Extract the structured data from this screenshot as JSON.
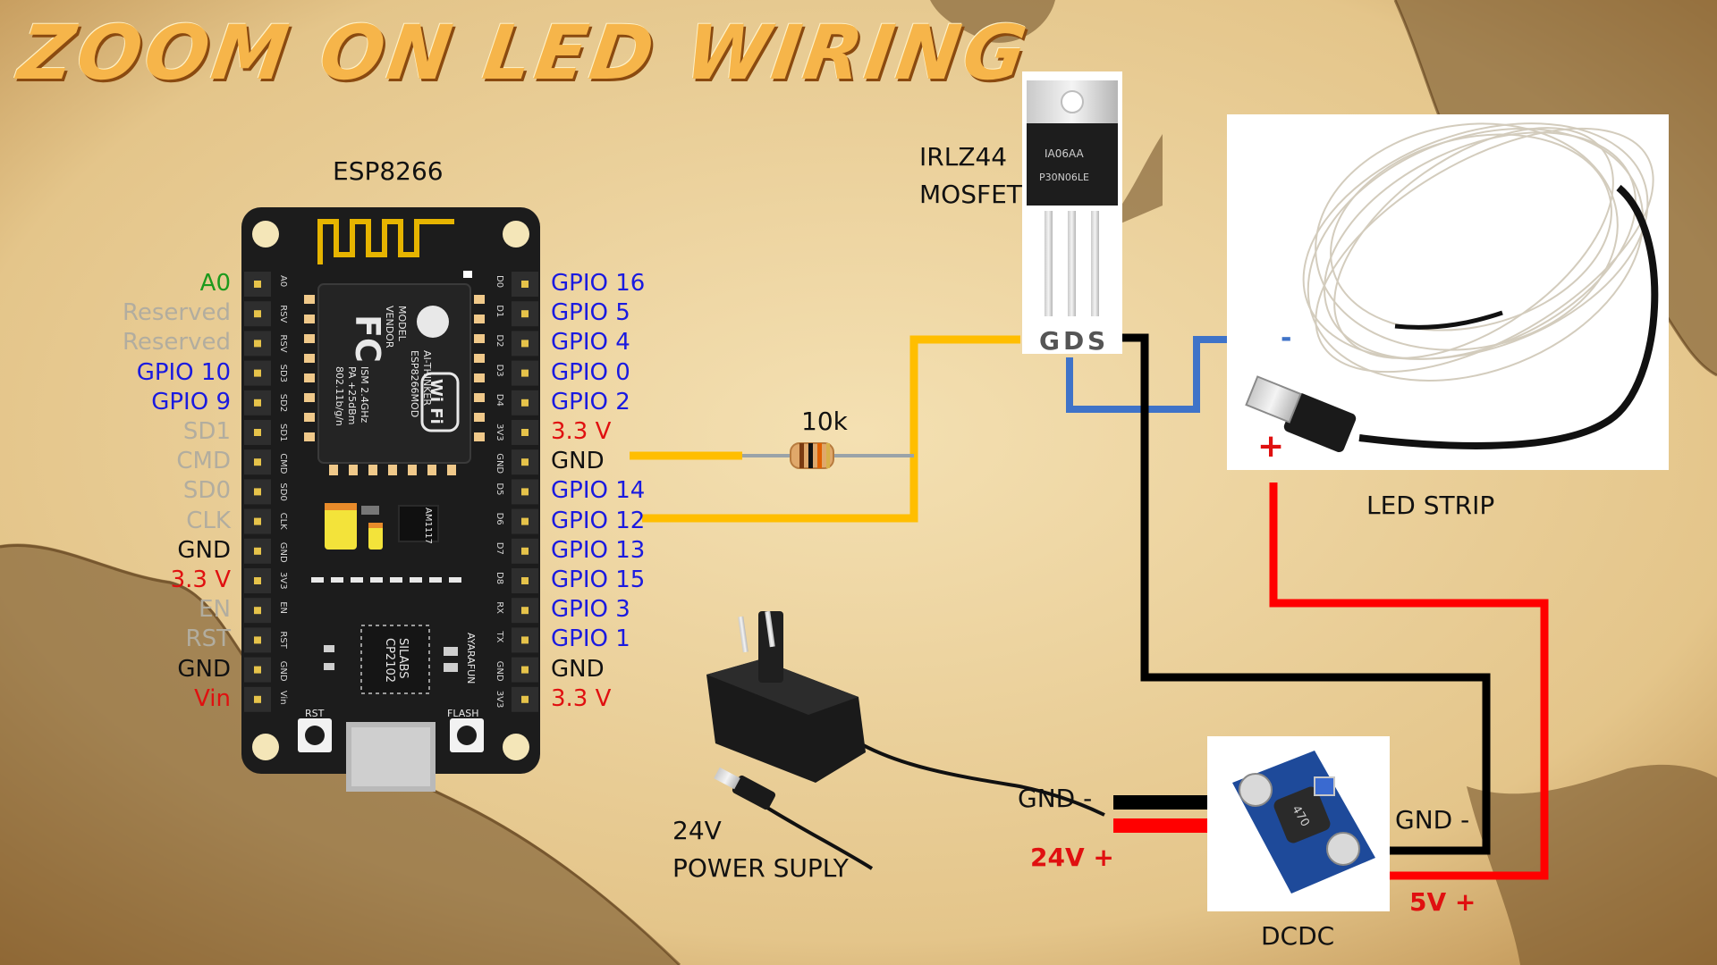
{
  "title": "ZOOM ON LED WIRING",
  "esp": {
    "name": "ESP8266",
    "left_pins": [
      {
        "label": "A0",
        "color": "green"
      },
      {
        "label": "Reserved",
        "color": "gray"
      },
      {
        "label": "Reserved",
        "color": "gray"
      },
      {
        "label": "GPIO 10",
        "color": "blue"
      },
      {
        "label": "GPIO 9",
        "color": "blue"
      },
      {
        "label": "SD1",
        "color": "gray"
      },
      {
        "label": "CMD",
        "color": "gray"
      },
      {
        "label": "SD0",
        "color": "gray"
      },
      {
        "label": "CLK",
        "color": "gray"
      },
      {
        "label": "GND",
        "color": "blk"
      },
      {
        "label": "3.3 V",
        "color": "red"
      },
      {
        "label": "EN",
        "color": "gray"
      },
      {
        "label": "RST",
        "color": "gray"
      },
      {
        "label": "GND",
        "color": "blk"
      },
      {
        "label": "Vin",
        "color": "red"
      }
    ],
    "right_pins": [
      {
        "label": "GPIO 16",
        "color": "blue"
      },
      {
        "label": "GPIO 5",
        "color": "blue"
      },
      {
        "label": "GPIO 4",
        "color": "blue"
      },
      {
        "label": "GPIO 0",
        "color": "blue"
      },
      {
        "label": "GPIO 2",
        "color": "blue"
      },
      {
        "label": "3.3 V",
        "color": "red"
      },
      {
        "label": "GND",
        "color": "blk"
      },
      {
        "label": "GPIO 14",
        "color": "blue"
      },
      {
        "label": "GPIO 12",
        "color": "blue"
      },
      {
        "label": "GPIO 13",
        "color": "blue"
      },
      {
        "label": "GPIO 15",
        "color": "blue"
      },
      {
        "label": "GPIO 3",
        "color": "blue"
      },
      {
        "label": "GPIO 1",
        "color": "blue"
      },
      {
        "label": "GND",
        "color": "blk"
      },
      {
        "label": "3.3 V",
        "color": "red"
      }
    ],
    "board_left_silk": [
      "A0",
      "RSV",
      "RSV",
      "SD3",
      "SD2",
      "SD1",
      "CMD",
      "SD0",
      "CLK",
      "GND",
      "3V3",
      "EN",
      "RST",
      "GND",
      "Vin"
    ],
    "board_right_silk": [
      "D0",
      "D1",
      "D2",
      "D3",
      "D4",
      "3V3",
      "GND",
      "D5",
      "D6",
      "D7",
      "D8",
      "RX",
      "TX",
      "GND",
      "3V3"
    ],
    "module_text": [
      "MODEL",
      "VENDOR",
      "ESP8266MOD",
      "AI-THINKER",
      "ISM 2.4GHz",
      "PA +25dBm",
      "802.11b/g/n"
    ],
    "fc_text": "FC",
    "wifi_text": "Wi Fi",
    "chip_text": [
      "SILABS",
      "CP2102"
    ],
    "reg_text": "AM1117",
    "brand_text": "AYARAFUN",
    "rst_label": "RST",
    "flash_label": "FLASH"
  },
  "resistor": {
    "label": "10k"
  },
  "mosfet": {
    "name_line1": "IRLZ44",
    "name_line2": "MOSFET",
    "pins": [
      "G",
      "D",
      "S"
    ],
    "body_text": [
      "IA06AA",
      "P30N06LE"
    ]
  },
  "led": {
    "label": "LED STRIP",
    "minus": "-",
    "plus": "+"
  },
  "power": {
    "line1": "24V",
    "line2": "POWER SUPLY"
  },
  "dcdc": {
    "label": "DCDC",
    "in_gnd": "GND -",
    "in_pos": "24V +",
    "out_gnd": "GND -",
    "out_pos": "5V +",
    "inductor_text": "470"
  },
  "colors": {
    "wire_yellow": "#ffbe00",
    "wire_blue": "#3f73c8",
    "wire_black": "#000000",
    "wire_red": "#ff0000",
    "board": "#1c1c1c",
    "parchment": "#e9cf98"
  }
}
